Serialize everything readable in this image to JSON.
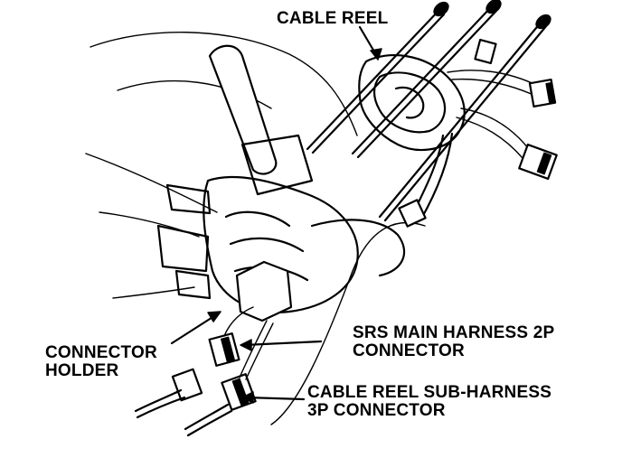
{
  "labels": {
    "cable_reel": "CABLE REEL",
    "srs_main_line1": "SRS MAIN HARNESS 2P",
    "srs_main_line2": "CONNECTOR",
    "connector_holder_line1": "CONNECTOR",
    "connector_holder_line2": "HOLDER",
    "sub_harness_line1": "CABLE REEL SUB-HARNESS",
    "sub_harness_line2": "3P CONNECTOR"
  },
  "colors": {
    "ink": "#000000",
    "paper": "#ffffff"
  }
}
